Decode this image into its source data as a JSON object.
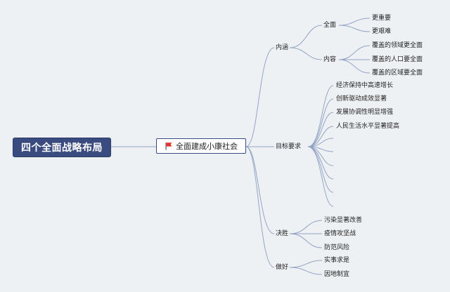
{
  "root": {
    "label": "四个全面战略布局"
  },
  "central": {
    "label": "全面建成小康社会",
    "icon": "red-flag-icon"
  },
  "branches": {
    "neihan": {
      "label": "内涵",
      "quanmian": {
        "label": "全面",
        "items": [
          "更重要",
          "更艰难"
        ]
      },
      "neirong": {
        "label": "内容",
        "items": [
          "覆盖的领域更全面",
          "覆盖的人口要全面",
          "覆盖的区域要全面"
        ]
      }
    },
    "mubiao": {
      "label": "目标要求",
      "items": [
        "经济保持中高速增长",
        "创新驱动成效显著",
        "发展协调性明显增强",
        "人民生活水平显著提高"
      ]
    },
    "jue": {
      "label": "决胜",
      "items": [
        "污染显著改善",
        "疫情攻坚战",
        "防范风险"
      ]
    },
    "zuo": {
      "label": "做好",
      "items": [
        "实事求是",
        "因地制宜"
      ]
    }
  },
  "colors": {
    "root_bg": "#3a4b80",
    "line": "#93a4c4",
    "flag": "#e8322b",
    "background": "#eef1f4"
  }
}
